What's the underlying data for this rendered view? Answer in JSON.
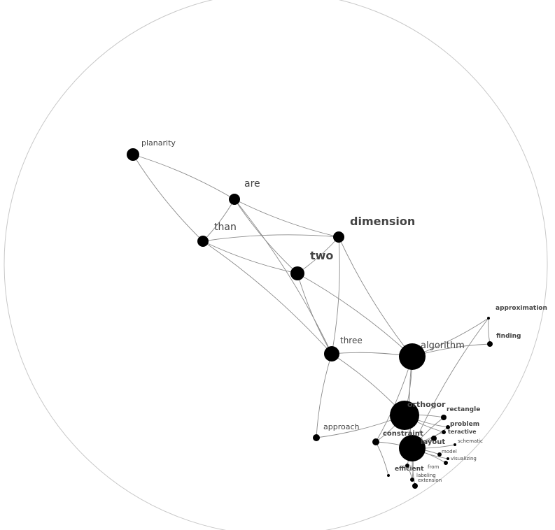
{
  "colors": {
    "node": "#000000",
    "edge": "#8a8a8a",
    "label": "#444444",
    "boundary": "#c8c8c8",
    "background": "#ffffff"
  },
  "graph": {
    "nodes": [
      {
        "id": "planarity",
        "label": "planarity"
      },
      {
        "id": "are",
        "label": "are"
      },
      {
        "id": "than",
        "label": "than"
      },
      {
        "id": "dimension",
        "label": "dimension"
      },
      {
        "id": "two",
        "label": "two"
      },
      {
        "id": "three",
        "label": "three"
      },
      {
        "id": "algorithm",
        "label": "algorithm"
      },
      {
        "id": "approximation",
        "label": "approximation"
      },
      {
        "id": "finding",
        "label": "finding"
      },
      {
        "id": "orthogonal",
        "label": "orthogor"
      },
      {
        "id": "rectangle",
        "label": "rectangle"
      },
      {
        "id": "problem",
        "label": "problem"
      },
      {
        "id": "interactive",
        "label": "teractive"
      },
      {
        "id": "constraint",
        "label": "constraint"
      },
      {
        "id": "approach",
        "label": "approach"
      },
      {
        "id": "layout",
        "label": "layout"
      },
      {
        "id": "schematic",
        "label": "schematic"
      },
      {
        "id": "model",
        "label": "model"
      },
      {
        "id": "visualizing",
        "label": "visualizing"
      },
      {
        "id": "from",
        "label": "from"
      },
      {
        "id": "efficient",
        "label": "efficient"
      },
      {
        "id": "labeling",
        "label": "labeling"
      },
      {
        "id": "extension",
        "label": "extension"
      },
      {
        "id": "small1",
        "label": ""
      },
      {
        "id": "small2",
        "label": ""
      }
    ],
    "edges": [
      [
        "planarity",
        "are"
      ],
      [
        "planarity",
        "than"
      ],
      [
        "are",
        "than"
      ],
      [
        "are",
        "dimension"
      ],
      [
        "are",
        "three"
      ],
      [
        "are",
        "two"
      ],
      [
        "than",
        "dimension"
      ],
      [
        "than",
        "two"
      ],
      [
        "than",
        "three"
      ],
      [
        "two",
        "dimension"
      ],
      [
        "two",
        "algorithm"
      ],
      [
        "two",
        "three"
      ],
      [
        "dimension",
        "three"
      ],
      [
        "dimension",
        "algorithm"
      ],
      [
        "three",
        "algorithm"
      ],
      [
        "three",
        "approach"
      ],
      [
        "three",
        "orthogonal"
      ],
      [
        "algorithm",
        "approximation"
      ],
      [
        "algorithm",
        "finding"
      ],
      [
        "approximation",
        "finding"
      ],
      [
        "algorithm",
        "orthogonal"
      ],
      [
        "algorithm",
        "layout"
      ],
      [
        "algorithm",
        "constraint"
      ],
      [
        "approach",
        "orthogonal"
      ],
      [
        "orthogonal",
        "rectangle"
      ],
      [
        "orthogonal",
        "problem"
      ],
      [
        "orthogonal",
        "layout"
      ],
      [
        "orthogonal",
        "interactive"
      ],
      [
        "constraint",
        "layout"
      ],
      [
        "constraint",
        "orthogonal"
      ],
      [
        "constraint",
        "small1"
      ],
      [
        "layout",
        "schematic"
      ],
      [
        "layout",
        "model"
      ],
      [
        "layout",
        "visualizing"
      ],
      [
        "layout",
        "from"
      ],
      [
        "layout",
        "efficient"
      ],
      [
        "layout",
        "labeling"
      ],
      [
        "layout",
        "extension"
      ],
      [
        "layout",
        "rectangle"
      ],
      [
        "layout",
        "problem"
      ],
      [
        "layout",
        "interactive"
      ],
      [
        "layout",
        "small2"
      ],
      [
        "efficient",
        "labeling"
      ],
      [
        "approximation",
        "layout"
      ]
    ]
  }
}
